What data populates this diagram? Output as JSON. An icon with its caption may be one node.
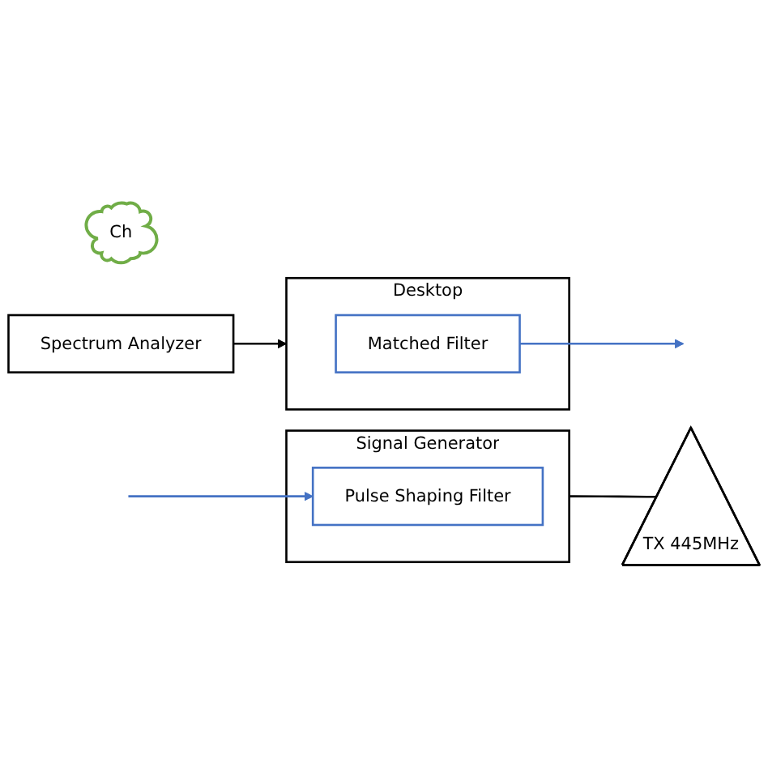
{
  "diagram": {
    "nodes": [
      {
        "text": [
          "Signal Generator"
        ]
      },
      {
        "text": [
          "Pulse Shaping Filter"
        ],
        "in": 0
      },
      {
        "text": [
          "TX 445MHz"
        ]
      },
      {
        "text": [
          "Ch"
        ]
      },
      {
        "text": [
          "Desktop"
        ]
      },
      {
        "text": [
          "Matched Filter"
        ],
        "in": 4
      },
      {
        "text": [
          "Spectrum Analyzer"
        ]
      }
    ],
    "edges": [
      {
        "from": null,
        "to": 1,
        "arrow": "to",
        "color": "#4472c4"
      },
      {
        "from": 0,
        "to": 2,
        "arrow": "none",
        "color": "#000000"
      },
      {
        "from": 6,
        "to": 4,
        "arrow": "to",
        "color": "#000000"
      },
      {
        "from": 5,
        "to": null,
        "arrow": "to",
        "color": "#4472c4"
      }
    ]
  }
}
